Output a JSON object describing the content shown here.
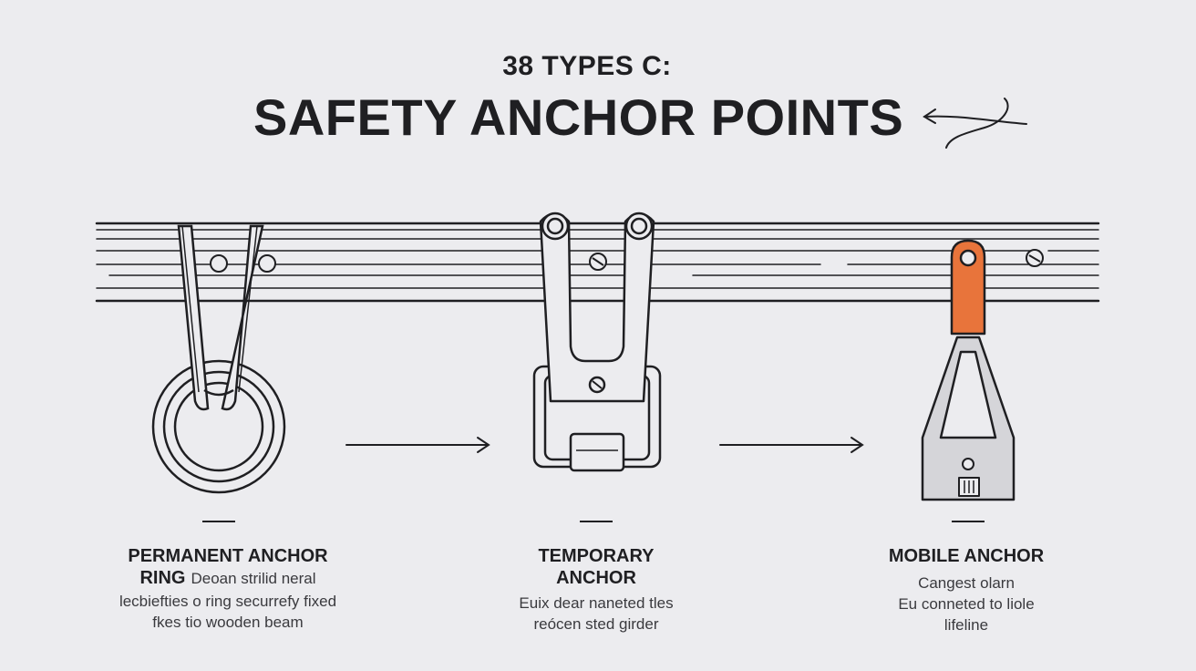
{
  "header": {
    "subtitle": "38 TYPES C:",
    "title": "SAFETY ANCHOR POINTS"
  },
  "anchors": [
    {
      "title_line1": "PERMANENT ANCHOR",
      "title_line2": "RING",
      "desc_line1": "Deoan strilid neral",
      "desc_line2": "lecbiefties o ring securrefy fixed",
      "desc_line3": "fkes tio wooden beam"
    },
    {
      "title_line1": "TEMPORARY",
      "title_line2": "ANCHOR",
      "desc_line1": "Euix dear naneted tles",
      "desc_line2": "reócen sted girder"
    },
    {
      "title_line1": "MOBILE ANCHOR",
      "desc_line1": "Cangest olarn",
      "desc_line2": "Eu conneted to liole",
      "desc_line3": "lifeline"
    }
  ],
  "colors": {
    "background": "#ececef",
    "ink": "#1f1f22",
    "accent": "#e8743b"
  }
}
